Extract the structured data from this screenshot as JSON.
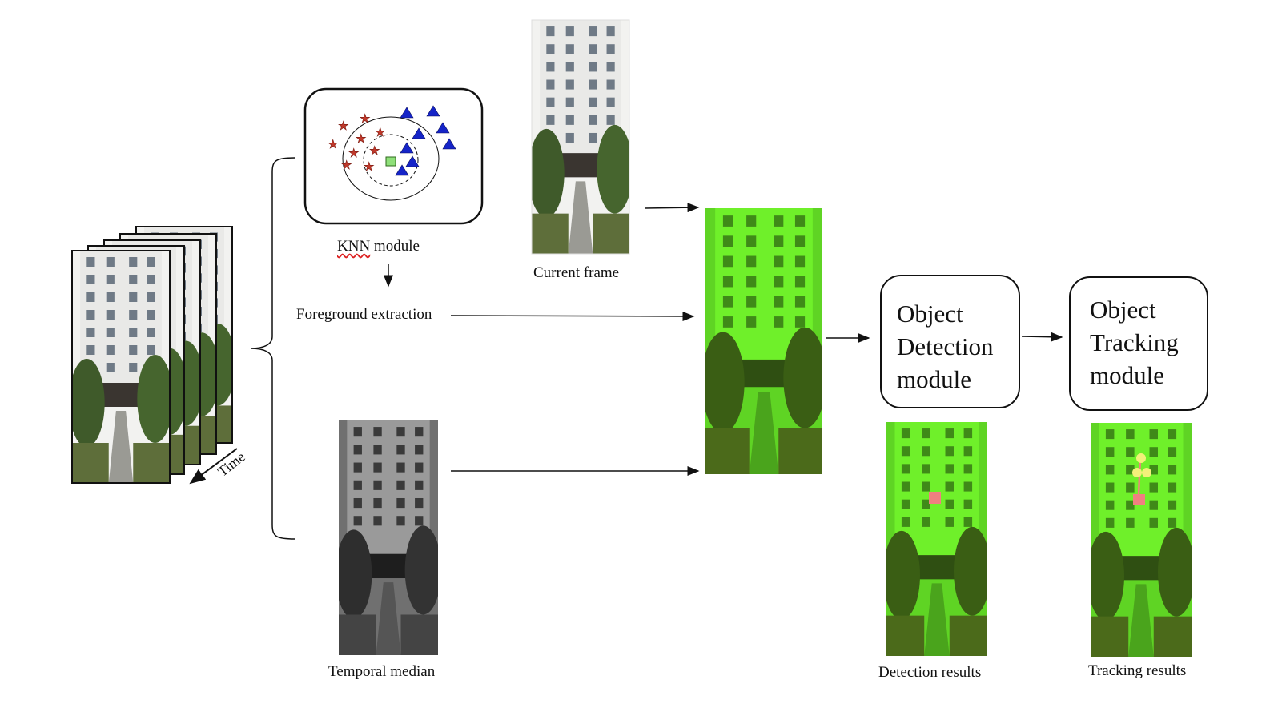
{
  "captions": {
    "knn": "KNN module",
    "current_frame": "Current frame",
    "foreground": "Foreground extraction",
    "temporal": "Temporal median",
    "time": "Time",
    "detection_results": "Detection results",
    "tracking_results": "Tracking results"
  },
  "modules": {
    "detection": "Object\nDetection\nmodule",
    "tracking": "Object\nTracking\nmodule"
  },
  "colors": {
    "sky": "#e8e8e6",
    "building": "#e9e9e7",
    "window": "#6f7a86",
    "tree": "#3f5a2a",
    "path": "#9a9a94",
    "green_overlay": "#6ff02a",
    "green_dark": "#2f4f12",
    "star": "#c0392b",
    "triangle": "#1524c8",
    "query_point": "#8fe07a",
    "detection_box": "#f08080",
    "tracking_dot": "#f3f07a"
  }
}
